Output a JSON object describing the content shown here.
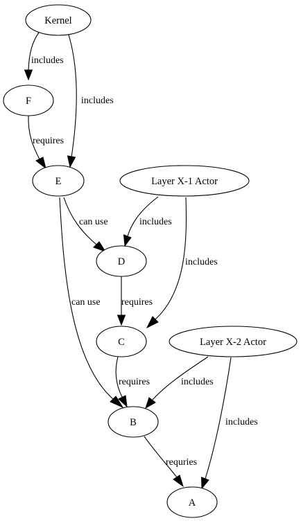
{
  "diagram": {
    "nodes": {
      "kernel": "Kernel",
      "f": "F",
      "e": "E",
      "layer_x1_actor": "Layer X-1 Actor",
      "d": "D",
      "c": "C",
      "layer_x2_actor": "Layer X-2 Actor",
      "b": "B",
      "a": "A"
    },
    "edges": [
      {
        "from": "Kernel",
        "to": "F",
        "label": "includes"
      },
      {
        "from": "Kernel",
        "to": "E",
        "label": "includes"
      },
      {
        "from": "F",
        "to": "E",
        "label": "requires"
      },
      {
        "from": "E",
        "to": "D",
        "label": "can use"
      },
      {
        "from": "Layer X-1 Actor",
        "to": "D",
        "label": "includes"
      },
      {
        "from": "Layer X-1 Actor",
        "to": "C",
        "label": "includes"
      },
      {
        "from": "D",
        "to": "C",
        "label": "requires"
      },
      {
        "from": "E",
        "to": "B",
        "label": "can use"
      },
      {
        "from": "C",
        "to": "B",
        "label": "requires"
      },
      {
        "from": "Layer X-2 Actor",
        "to": "B",
        "label": "includes"
      },
      {
        "from": "Layer X-2 Actor",
        "to": "A",
        "label": "includes"
      },
      {
        "from": "B",
        "to": "A",
        "label": "requries"
      }
    ]
  }
}
